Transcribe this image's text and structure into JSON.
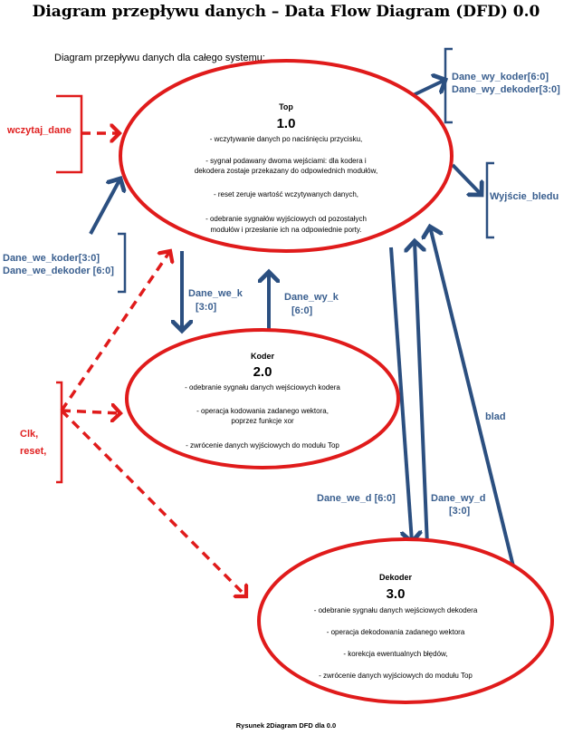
{
  "title": "Diagram przepływu danych – Data Flow Diagram (DFD) 0.0",
  "subtitle": "Diagram przepływu danych dla całego systemu:",
  "caption": "Rysunek 2Diagram DFD dla 0.0",
  "colors": {
    "process_outline": "#e01b1b",
    "data_flow": "#2b4f80",
    "control_flow": "#e01b1b",
    "flow_label": "#3a5f8f"
  },
  "processes": {
    "top": {
      "name": "Top",
      "number": "1.0",
      "lines": [
        "- wczytywanie danych po naciśnięciu  przycisku,",
        "",
        "- sygnał podawany dwoma wejściami: dla kodera i",
        "dekodera zostaje przekazany do odpowiednich  modułów,",
        "",
        "- reset zeruje wartość wczytywanych danych,",
        "",
        "- odebranie sygnałów wyjściowych  od pozostałych",
        "modułów i  przesłanie ich na odpowiednie  porty."
      ]
    },
    "koder": {
      "name": "Koder",
      "number": "2.0",
      "lines": [
        "- odebranie sygnału danych wejściowych  kodera",
        "",
        "- operacja kodowania  zadanego wektora,",
        "poprzez funkcje xor",
        "",
        "- zwrócenie danych wyjściowych  do modułu Top"
      ]
    },
    "dekoder": {
      "name": "Dekoder",
      "number": "3.0",
      "lines": [
        "- odebranie sygnału danych wejściowych  dekodera",
        "",
        "- operacja dekodowania  zadanego wektora",
        "",
        "- korekcja ewentualnych  błędów,",
        "",
        "- zwrócenie danych wyjściowych  do modułu Top"
      ]
    }
  },
  "externals": {
    "outputs_top": [
      "Dane_wy_koder[6:0]",
      "Dane_wy_dekoder[3:0]"
    ],
    "error_output": "Wyjście_bledu",
    "inputs": [
      "Dane_we_koder[3:0]",
      "Dane_we_dekoder [6:0]"
    ],
    "load": "wczytaj_dane",
    "clock_reset": [
      "Clk,",
      "reset,"
    ]
  },
  "flows": {
    "dane_we_k": [
      "Dane_we_k",
      "[3:0]"
    ],
    "dane_wy_k": [
      "Dane_wy_k",
      "[6:0]"
    ],
    "dane_we_d": "Dane_we_d [6:0]",
    "dane_wy_d": [
      "Dane_wy_d",
      "[3:0]"
    ],
    "blad": "blad"
  }
}
